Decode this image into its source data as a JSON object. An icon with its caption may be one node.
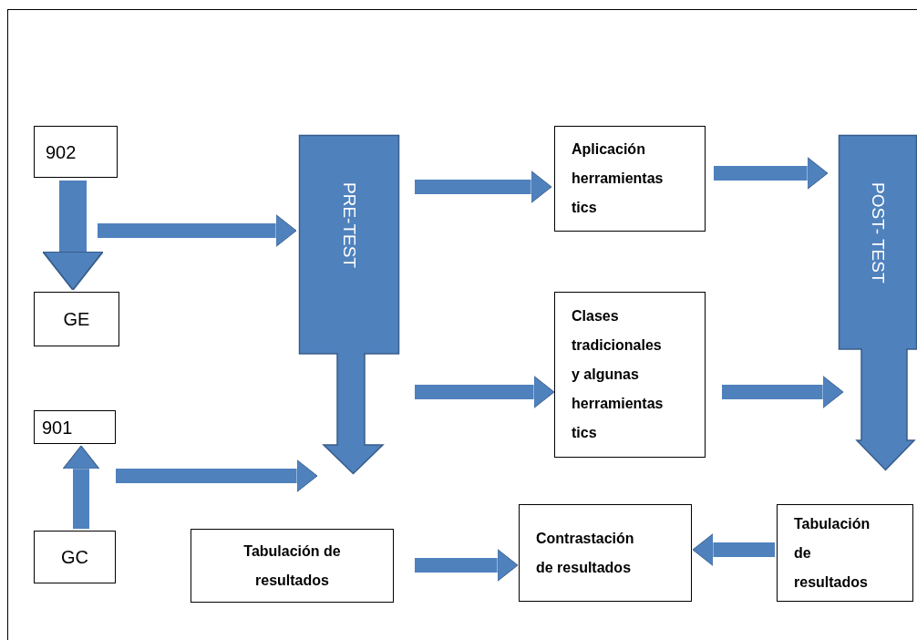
{
  "diagram": {
    "nodes": [
      {
        "text": [
          "902"
        ]
      },
      {
        "text": [
          "GE"
        ]
      },
      {
        "text": [
          "901"
        ]
      },
      {
        "text": [
          "GC"
        ]
      },
      {
        "text": [
          "PRE-TEST"
        ]
      },
      {
        "text": [
          "Aplicación herramientas tics"
        ]
      },
      {
        "text": [
          "POST- TEST"
        ]
      },
      {
        "text": [
          "Clases tradicionales y algunas herramientas tics"
        ]
      },
      {
        "text": [
          "Tabulación de resultados"
        ]
      },
      {
        "text": [
          "Contrastación de resultados"
        ]
      },
      {
        "text": [
          "Tabulación de resultados"
        ]
      }
    ],
    "edges": [
      {
        "from": 0,
        "to": 1,
        "arrow": "to",
        "style": "thick"
      },
      {
        "from": 0,
        "to": 4,
        "arrow": "to"
      },
      {
        "from": 3,
        "to": 2,
        "arrow": "to"
      },
      {
        "from": 2,
        "to": 4,
        "arrow": "to"
      },
      {
        "from": 4,
        "to": 5,
        "arrow": "to"
      },
      {
        "from": 4,
        "to": 7,
        "arrow": "to"
      },
      {
        "from": 5,
        "to": 6,
        "arrow": "to"
      },
      {
        "from": 7,
        "to": 6,
        "arrow": "to"
      },
      {
        "from": 8,
        "to": 9,
        "arrow": "to"
      },
      {
        "from": 10,
        "to": 9,
        "arrow": "to"
      }
    ]
  }
}
